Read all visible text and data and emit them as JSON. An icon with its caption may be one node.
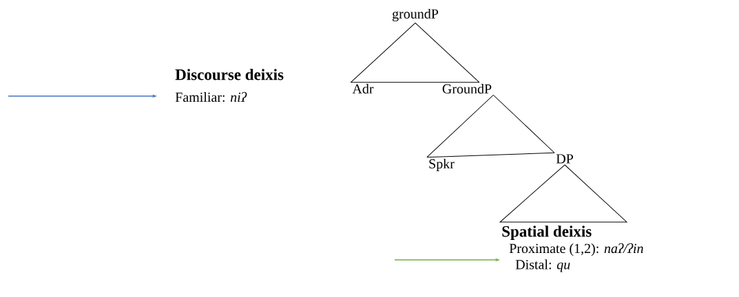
{
  "diagram": {
    "nodes": [
      {
        "text": [
          "groundP"
        ]
      },
      {
        "text": [
          "Discourse deixis",
          "Familiar: *niʔ*"
        ]
      },
      {
        "text": [
          "Adr"
        ]
      },
      {
        "text": [
          "GroundP"
        ]
      },
      {
        "text": [
          "Spkr"
        ]
      },
      {
        "text": [
          "DP"
        ]
      },
      {
        "text": [
          "Spatial deixis",
          "Proximate (1,2): *naʔ/ʔin*",
          "Distal: *qu*"
        ]
      }
    ],
    "edges": [
      {
        "from": 0,
        "to": 2,
        "arrow": "none"
      },
      {
        "from": 0,
        "to": 3,
        "arrow": "none"
      },
      {
        "from": 2,
        "to": 3,
        "arrow": "none"
      },
      {
        "from": 4,
        "to": 5,
        "arrow": "none"
      },
      {
        "from": 3,
        "to": 4,
        "arrow": "none"
      },
      {
        "from": 3,
        "to": 5,
        "arrow": "none"
      },
      {
        "from": 5,
        "to": 6,
        "arrow": "none"
      },
      {
        "from": null,
        "to": 1,
        "arrow": "to",
        "color": "#4472c4"
      },
      {
        "from": null,
        "to": 6,
        "arrow": "to",
        "color": "#70ad47"
      }
    ]
  }
}
